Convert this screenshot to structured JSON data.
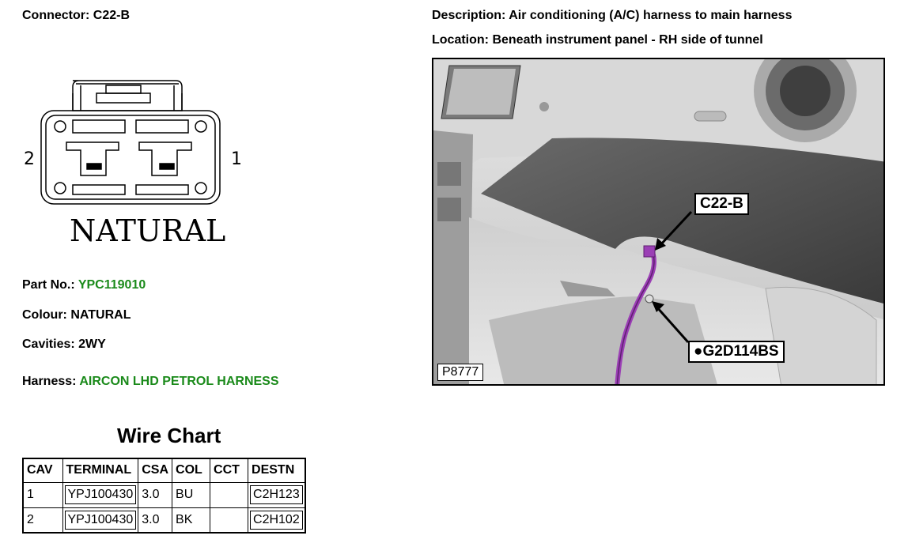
{
  "connector": {
    "label": "Connector:",
    "value": "C22-B"
  },
  "description": {
    "label": "Description:",
    "value": "Air conditioning (A/C) harness to main harness"
  },
  "location": {
    "label": "Location:",
    "value": "Beneath instrument panel - RH side of tunnel"
  },
  "drawing": {
    "pin_left": "2",
    "pin_right": "1",
    "colour_caption": "NATURAL"
  },
  "part_no": {
    "label": "Part No.:",
    "value": "YPC119010"
  },
  "colour": {
    "label": "Colour:",
    "value": "NATURAL"
  },
  "cavities": {
    "label": "Cavities:",
    "value": "2WY"
  },
  "harness": {
    "label": "Harness:",
    "value": "AIRCON LHD PETROL HARNESS"
  },
  "wire_chart": {
    "title": "Wire Chart",
    "headers": [
      "CAV",
      "TERMINAL",
      "CSA",
      "COL",
      "CCT",
      "DESTN"
    ],
    "rows": [
      [
        "1",
        "YPJ100430",
        "3.0",
        "BU",
        "",
        "C2H123"
      ],
      [
        "2",
        "YPJ100430",
        "3.0",
        "BK",
        "",
        "C2H102"
      ]
    ]
  },
  "image": {
    "callout_connector": "C22-B",
    "callout_ground": "G2D114BS",
    "reference": "P8777"
  },
  "colors": {
    "accent_green": "#1a8a1a",
    "harness_purple": "#9b3fb5"
  }
}
